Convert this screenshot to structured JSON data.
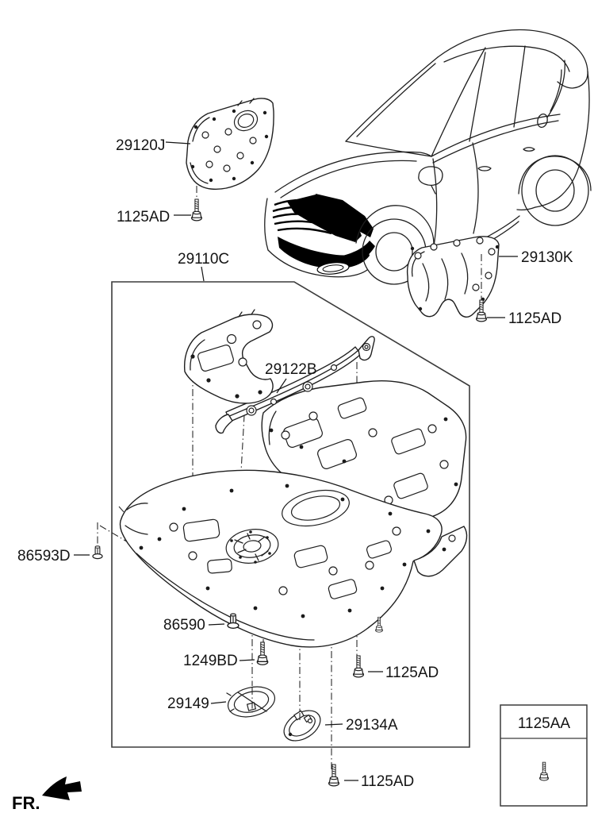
{
  "diagram": {
    "background_color": "#ffffff",
    "line_color": "#1d1d1d",
    "callouts": {
      "part_29120j": "29120J",
      "bolt_1125ad_top": "1125AD",
      "assembly_29110c": "29110C",
      "part_29130k": "29130K",
      "bolt_1125ad_right": "1125AD",
      "part_29122b": "29122B",
      "clip_86593d": "86593D",
      "clip_86590": "86590",
      "bolt_1249bd": "1249BD",
      "bolt_1125ad_middle": "1125AD",
      "part_29149": "29149",
      "part_29134a": "29134A",
      "bolt_1125ad_bottom": "1125AD"
    },
    "legend": {
      "label_1125aa": "1125AA"
    },
    "front_marker": {
      "label": "FR."
    }
  }
}
